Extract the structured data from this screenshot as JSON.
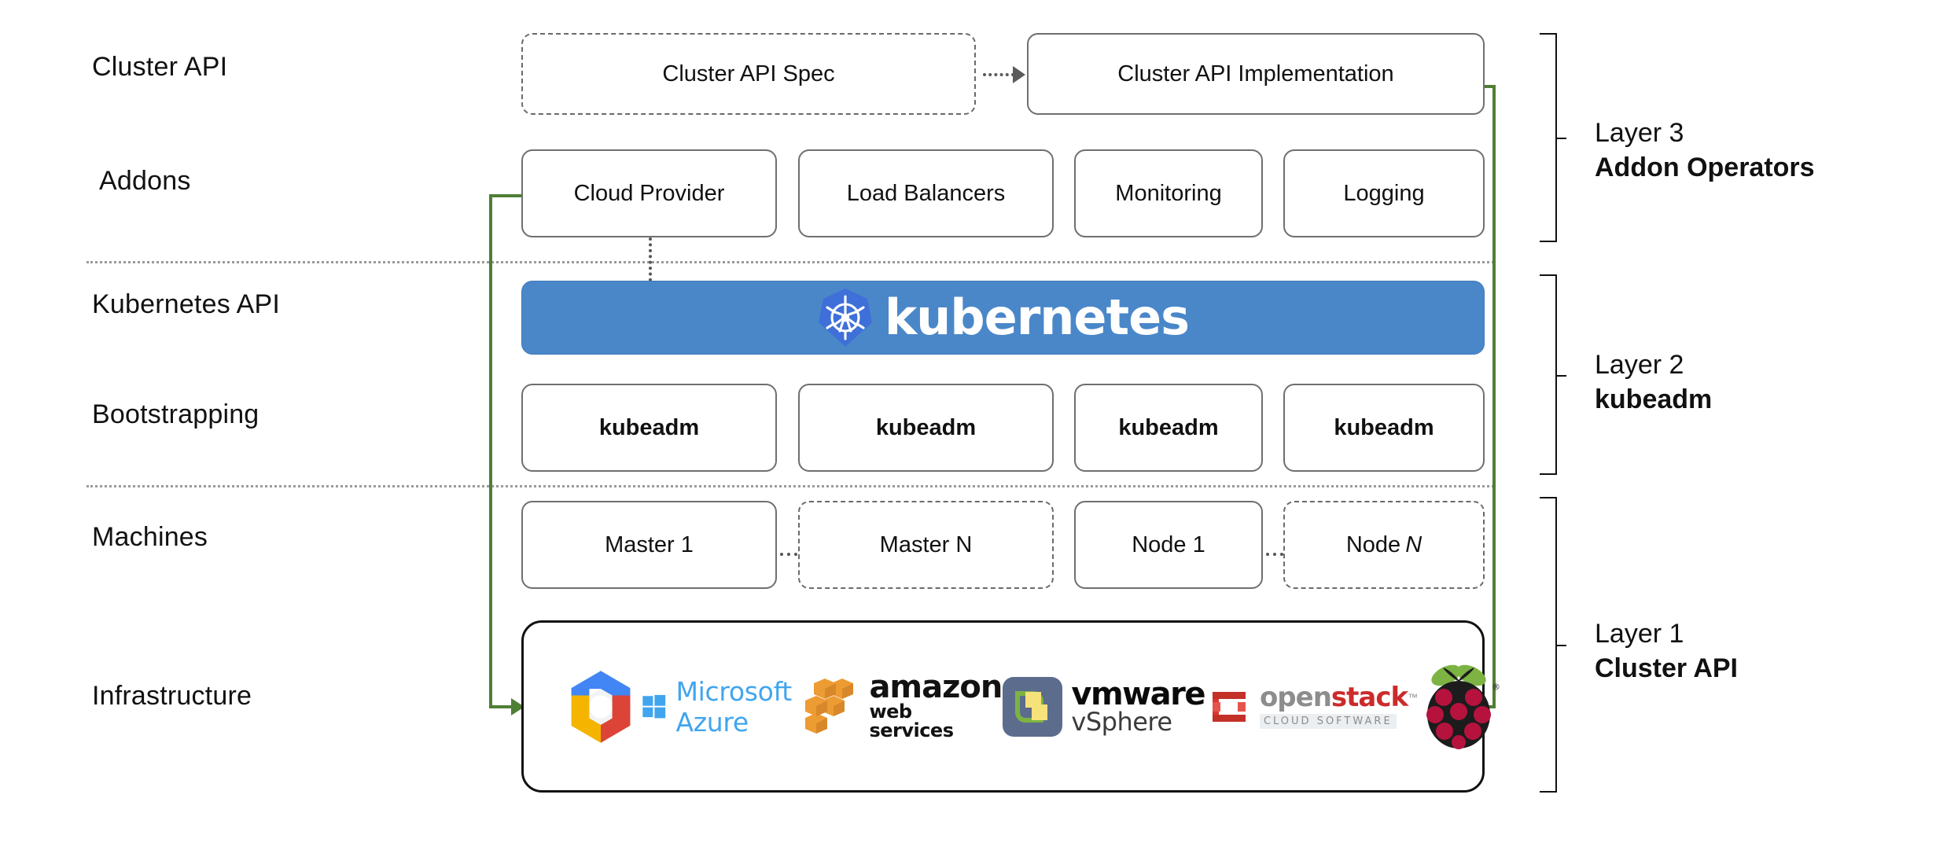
{
  "diagram": {
    "title": "Kubernetes Cluster API layered architecture",
    "colors": {
      "k8s_blue": "#4a87c9",
      "k8s_logo_blue": "#3f6fd8",
      "green_connector": "#4f7f35",
      "box_border": "#6f6f6f",
      "azure_blue": "#41a5ee",
      "openstack_red": "#cc2b2b",
      "raspberry_red": "#b5123e"
    }
  },
  "row_labels": [
    {
      "text": "Cluster API"
    },
    {
      "text": "Addons"
    },
    {
      "text": "Kubernetes API"
    },
    {
      "text": "Bootstrapping"
    },
    {
      "text": "Machines"
    },
    {
      "text": "Infrastructure"
    }
  ],
  "cluster_api_row": {
    "spec_box": "Cluster API Spec",
    "implementation_box": "Cluster API Implementation"
  },
  "addons_row": {
    "boxes": [
      "Cloud Provider",
      "Load Balancers",
      "Monitoring",
      "Logging"
    ]
  },
  "kubernetes_api_row": {
    "banner_text": "kubernetes",
    "logo_name": "kubernetes-helm-wheel-logo"
  },
  "bootstrapping_row": {
    "boxes": [
      "kubeadm",
      "kubeadm",
      "kubeadm",
      "kubeadm"
    ]
  },
  "machines_row": {
    "boxes": [
      {
        "label": "Master 1",
        "style": "solid"
      },
      {
        "label": "Master N",
        "style": "dashed"
      },
      {
        "label": "Node 1",
        "style": "solid"
      },
      {
        "label": "Node ",
        "emphasis": "N",
        "style": "dashed"
      }
    ]
  },
  "infrastructure_row": {
    "providers": [
      {
        "name": "google-cloud-platform",
        "label": ""
      },
      {
        "name": "microsoft-azure",
        "label": "Microsoft Azure"
      },
      {
        "name": "amazon-web-services",
        "label": "amazon",
        "sublabel": "web services"
      },
      {
        "name": "vmware-vsphere",
        "label": "vmware",
        "sublabel": "vSphere"
      },
      {
        "name": "openstack",
        "label_a": "open",
        "label_b": "stack",
        "sublabel": "CLOUD SOFTWARE"
      },
      {
        "name": "raspberry-pi",
        "label": ""
      }
    ]
  },
  "layers": [
    {
      "number": "Layer 3",
      "name": "Addon Operators"
    },
    {
      "number": "Layer 2",
      "name": "kubeadm"
    },
    {
      "number": "Layer 1",
      "name": "Cluster API"
    }
  ]
}
